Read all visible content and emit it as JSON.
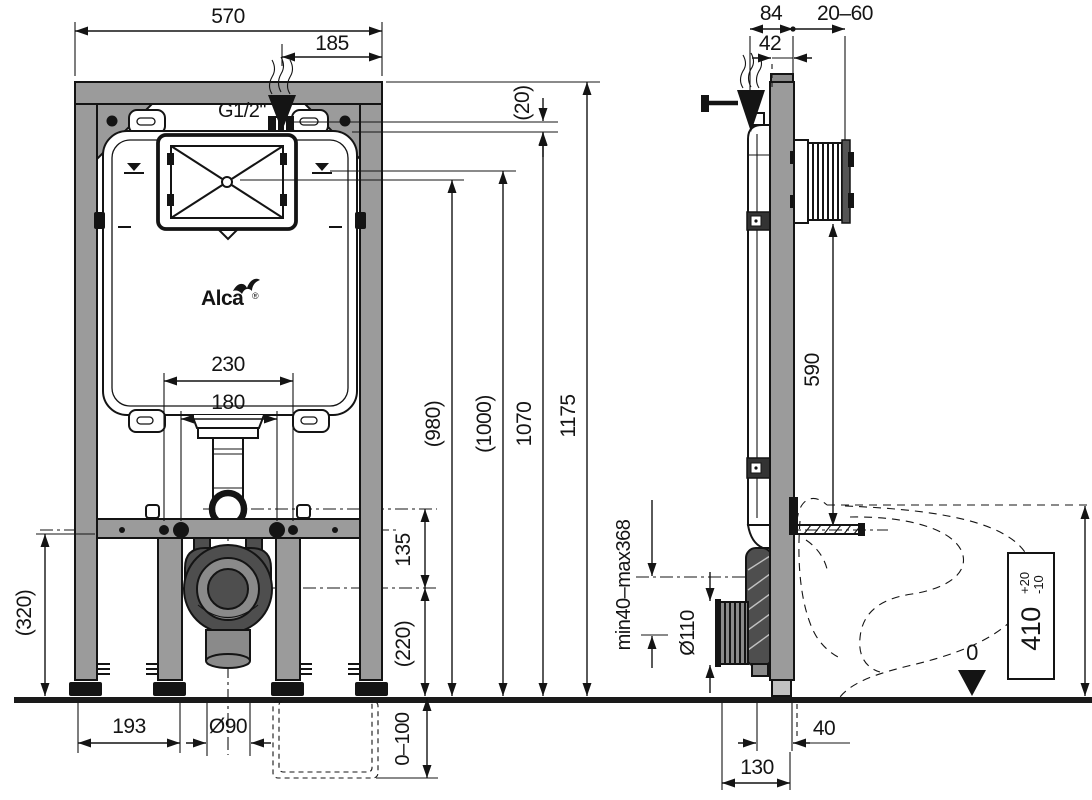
{
  "brand": {
    "name": "Alca",
    "registered": "®"
  },
  "colors": {
    "frame": "#9b9b9b",
    "dark_component": "#4e4e4e",
    "mid_component": "#8a8a8a",
    "line": "#141414"
  },
  "front": {
    "dims": {
      "total_width": "570",
      "inlet_offset": "185",
      "inlet_thread": "G1/2\"",
      "top_to_inlet": "(20)",
      "height_total": "1175",
      "height_to_inlet": "1070",
      "height_1000": "(1000)",
      "height_980": "(980)",
      "bolt_spacing_outer": "230",
      "bolt_spacing_inner": "180",
      "flush_to_drain": "135",
      "drain_to_floor": "(220)",
      "rail_to_floor": "(320)",
      "foot_span": "193",
      "drain_diameter": "Ø90",
      "feet_adjust": "0–100"
    }
  },
  "side": {
    "dims": {
      "frame_depth": "84",
      "inlet_to_front": "42",
      "wall_finish_range": "20–60",
      "shaft_bottom_to_bracket": "590",
      "drain_axis_range": "min40–max368",
      "drain_pipe_diameter": "Ø110",
      "foot_to_wall": "40",
      "drain_to_wall": "130",
      "bowl_rim_height": "410",
      "bowl_tol_plus": "+20",
      "bowl_tol_minus": "-10",
      "floor_level": "0"
    }
  }
}
